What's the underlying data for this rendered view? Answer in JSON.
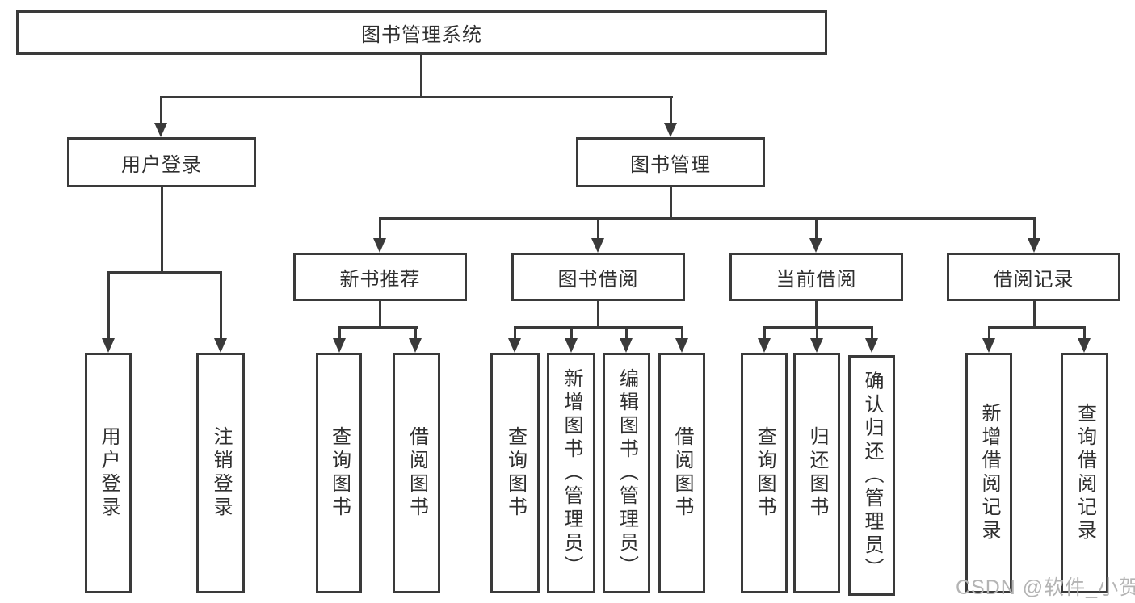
{
  "tree": {
    "root": {
      "label": "图书管理系统"
    },
    "branches": [
      {
        "label": "用户登录",
        "children": [
          {
            "label": "用户登录"
          },
          {
            "label": "注销登录"
          }
        ]
      },
      {
        "label": "图书管理",
        "children": [
          {
            "label": "新书推荐",
            "children": [
              {
                "label": "查询图书"
              },
              {
                "label": "借阅图书"
              }
            ]
          },
          {
            "label": "图书借阅",
            "children": [
              {
                "label": "查询图书"
              },
              {
                "label": "新增图书（管理员）"
              },
              {
                "label": "编辑图书（管理员）"
              },
              {
                "label": "借阅图书"
              }
            ]
          },
          {
            "label": "当前借阅",
            "children": [
              {
                "label": "查询图书"
              },
              {
                "label": "归还图书"
              },
              {
                "label": "确认归还（管理员）"
              }
            ]
          },
          {
            "label": "借阅记录",
            "children": [
              {
                "label": "新增借阅记录"
              },
              {
                "label": "查询借阅记录"
              }
            ]
          }
        ]
      }
    ]
  },
  "watermark": {
    "text": "CSDN @软件_小贺同学"
  },
  "colors": {
    "line": "#3a3a3a",
    "text": "#2f2f2f",
    "watermark": "#b4b4b4",
    "background": "#ffffff"
  }
}
